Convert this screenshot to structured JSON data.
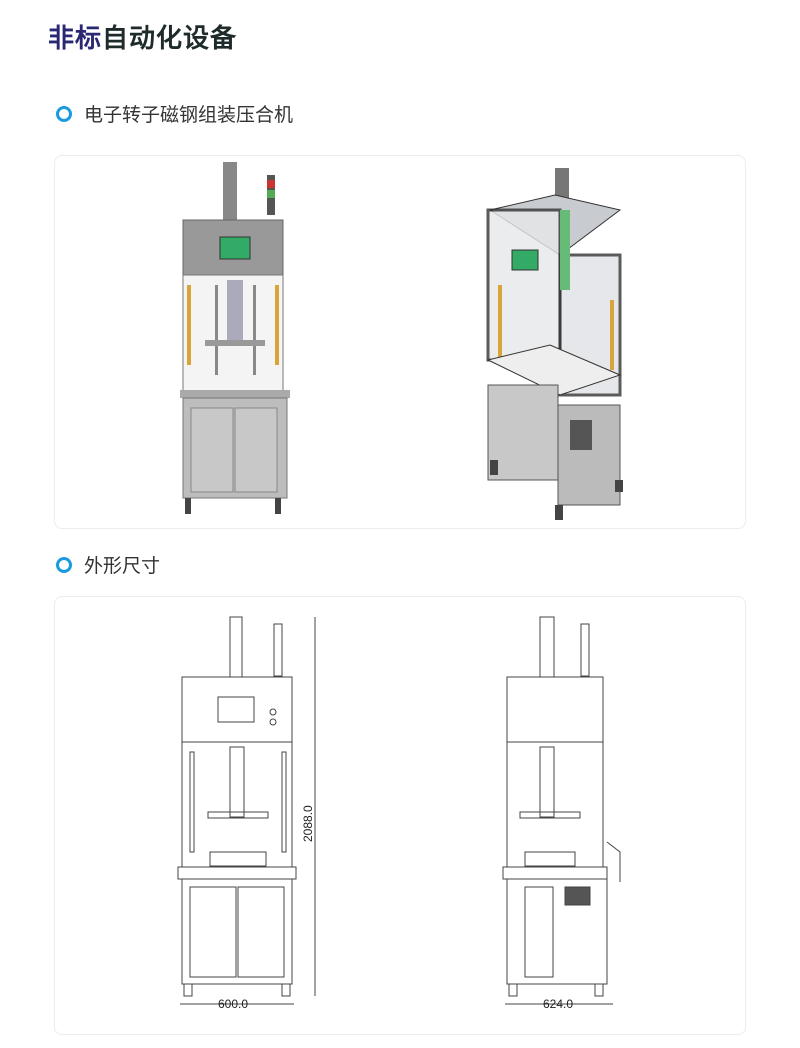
{
  "title": {
    "highlight": "非标",
    "rest": "自动化设备"
  },
  "sections": [
    {
      "label": "电子转子磁钢组装压合机"
    },
    {
      "label": "外形尺寸"
    }
  ],
  "dimensions": {
    "height": "2088.0",
    "width_front": "600.0",
    "width_side": "624.0"
  },
  "colors": {
    "accent": "#1a9be0",
    "title_highlight": "#2b2873"
  }
}
